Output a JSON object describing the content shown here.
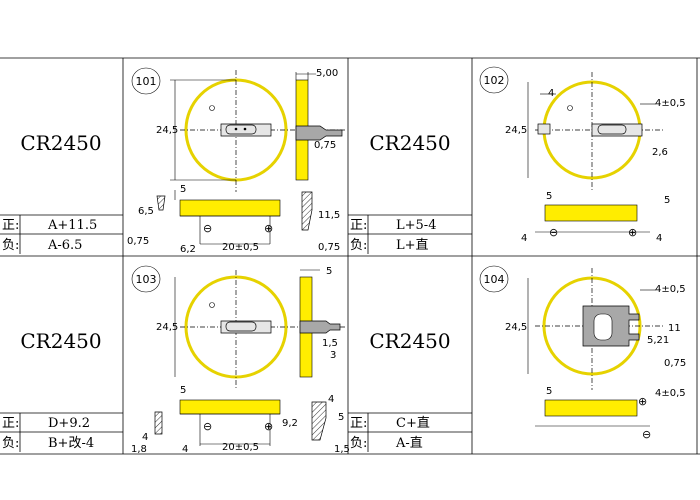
{
  "cells": [
    {
      "model": "CR2450",
      "pos_label": "正:",
      "pos_value": "A+11.5",
      "neg_label": "负:",
      "neg_value": "A-6.5",
      "drawing_no": "101",
      "dims": {
        "d1": "5,00",
        "d2": "24,5",
        "d3": "0,75",
        "d4": "5",
        "d5": "6,5",
        "d6": "11,5",
        "d7": "0,75",
        "d8": "6,2",
        "d9": "20±0,5",
        "d10": "0,75"
      }
    },
    {
      "model": "CR2450",
      "pos_label": "正:",
      "pos_value": "L+5-4",
      "neg_label": "负:",
      "neg_value": "L+直",
      "drawing_no": "102",
      "dims": {
        "d1": "4",
        "d2": "4±0,5",
        "d3": "24,5",
        "d4": "2,6",
        "d5": "5",
        "d6": "5",
        "d7": "4",
        "d8": "4"
      }
    },
    {
      "model": "CR2450",
      "pos_label": "正:",
      "pos_value": "D+9.2",
      "neg_label": "负:",
      "neg_value": "B+改-4",
      "drawing_no": "103",
      "dims": {
        "d1": "5",
        "d2": "24,5",
        "d3": "1,5",
        "d4": "3",
        "d5": "5",
        "d6": "4",
        "d7": "1,8",
        "d8": "4",
        "d9": "20±0,5",
        "d10": "9,2",
        "d11": "4",
        "d12": "5",
        "d13": "1,5"
      }
    },
    {
      "model": "CR2450",
      "pos_label": "正:",
      "pos_value": "C+直",
      "neg_label": "负:",
      "neg_value": "A-直",
      "drawing_no": "104",
      "dims": {
        "d1": "4±0,5",
        "d2": "24,5",
        "d3": "11",
        "d4": "5,21",
        "d5": "0,75",
        "d6": "5",
        "d7": "4±0,5"
      }
    }
  ]
}
